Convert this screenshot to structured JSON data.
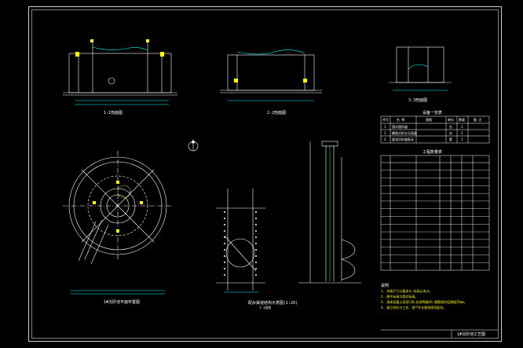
{
  "view_titles": {
    "section_1": "1-1剖面图",
    "section_2": "2-2剖面图",
    "section_3": "3-3剖面图",
    "plan": "1#沉砂池平面布置图",
    "detail": "配水渠道结构示意图(1:20)",
    "detail_sub": "1-1剖面"
  },
  "table1": {
    "title": "设备一览表",
    "headers": [
      "序号",
      "名  称",
      "规格",
      "单位",
      "数量",
      "备 注"
    ],
    "rows": [
      [
        "1",
        "潜水搅拌器",
        "",
        "台",
        "1",
        ""
      ],
      [
        "2",
        "螺旋式砂水分离器",
        "",
        "台",
        "1",
        ""
      ],
      [
        "3",
        "旋流沉砂器驱动",
        "",
        "套",
        "1",
        ""
      ]
    ]
  },
  "table2": {
    "title": "工程数量表",
    "row_count": 14
  },
  "notes": {
    "title": "说明",
    "lines": [
      "1. 本图尺寸以毫米计,标高以米计。",
      "2. 图中标高为相对标高。",
      "3. 池体混凝土采用C30,抗渗等级S6,钢筋保护层厚度35mm。",
      "4. 施工时应与工艺、电气专业图纸密切配合。"
    ]
  },
  "title_block": "1#沉砂池工艺图",
  "colors": {
    "background": "#000000",
    "line": "#ffffff",
    "dim": "#00ffff",
    "note": "#ffff00",
    "accent": "#00ff00"
  }
}
